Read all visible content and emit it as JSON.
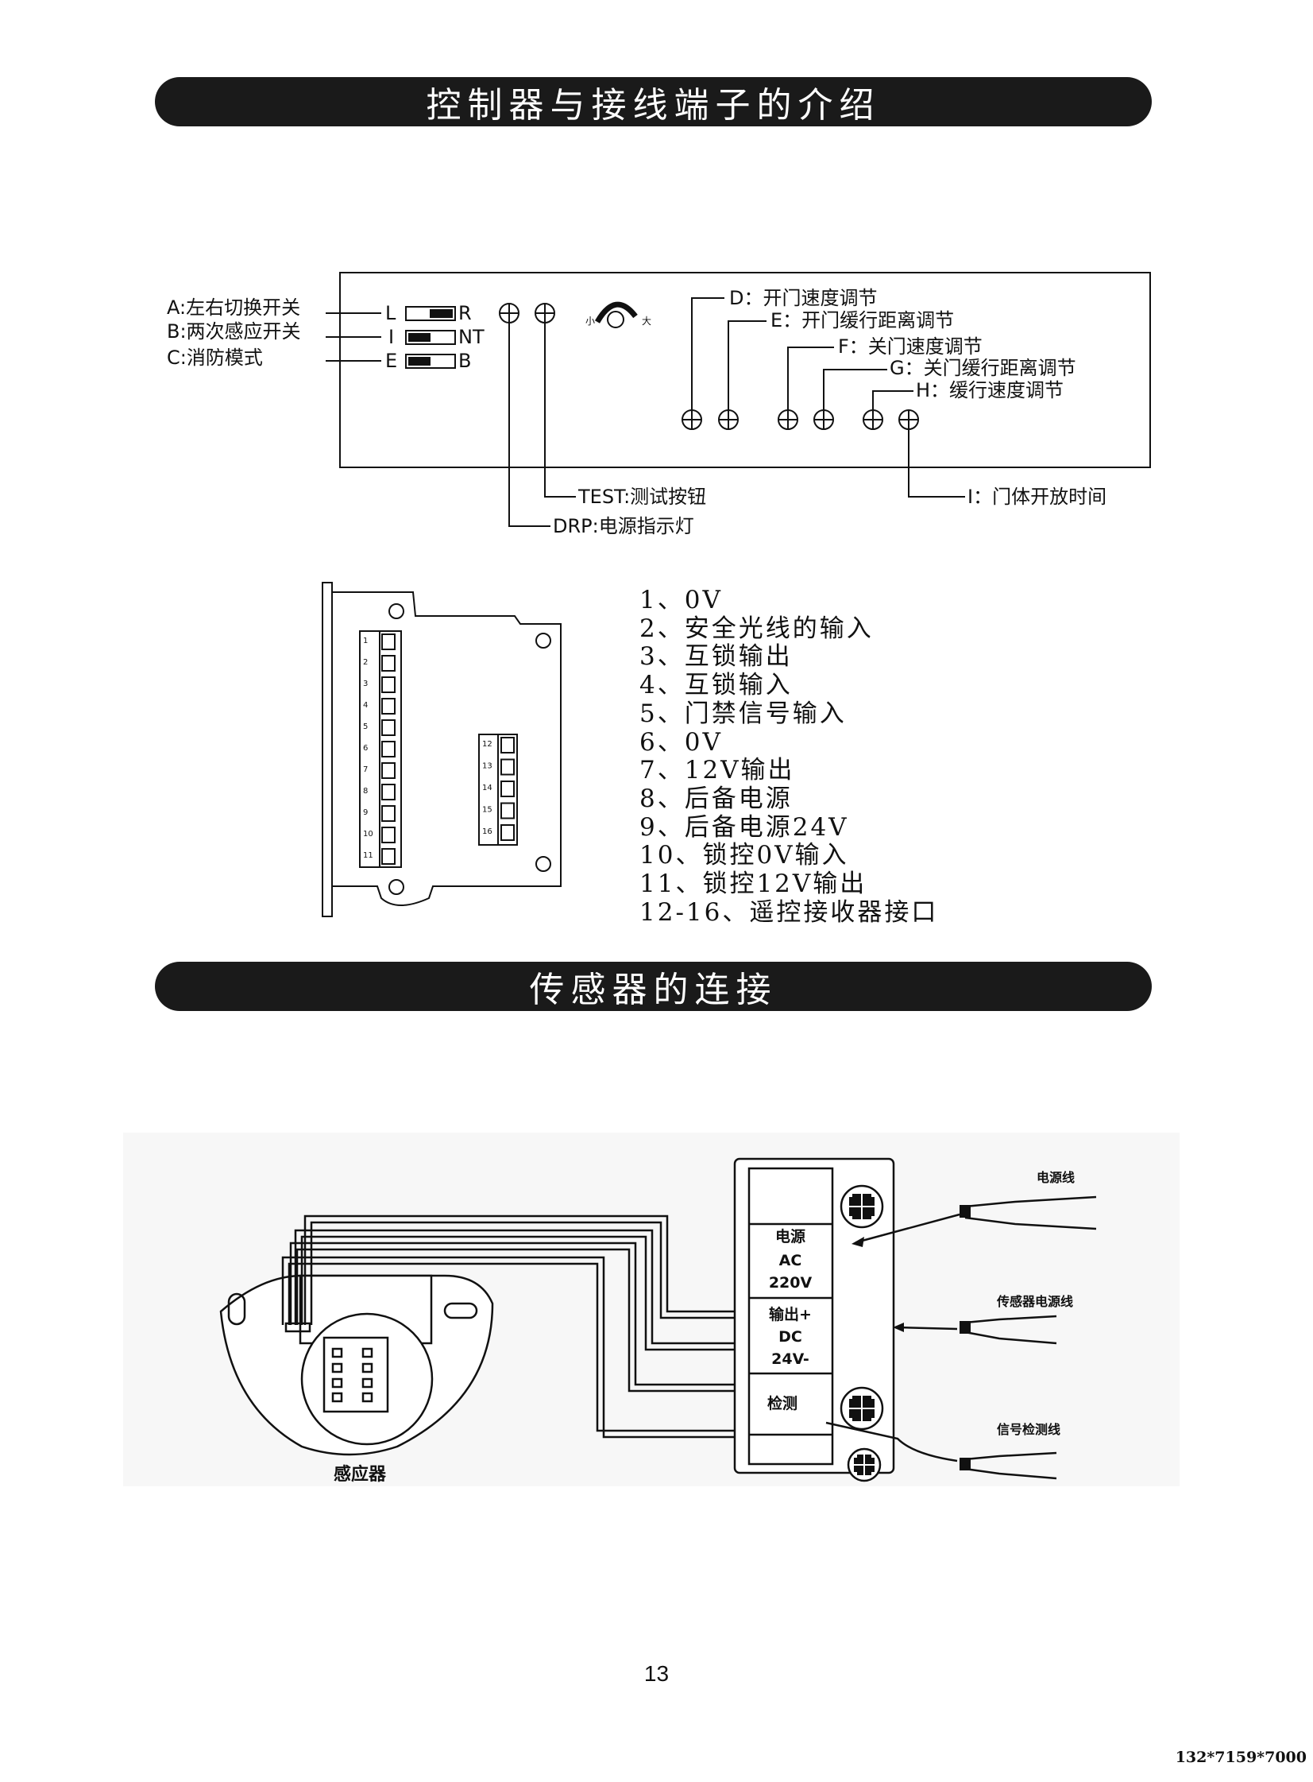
{
  "section1": {
    "title": "控制器与接线端子的介绍"
  },
  "controller": {
    "switch_labels": [
      "A:左右切换开关",
      "B:两次感应开关",
      "C:消防模式"
    ],
    "switch_letters": [
      [
        "L",
        "R"
      ],
      [
        "I",
        "NT"
      ],
      [
        "E",
        "B"
      ]
    ],
    "dial_small": "小",
    "dial_large": "大",
    "knob_labels": [
      "D：开门速度调节",
      "E：开门缓行距离调节",
      "F：关门速度调节",
      "G：关门缓行距离调节",
      "H：缓行速度调节"
    ],
    "test_label": "TEST:测试按钮",
    "drp_label": "DRP:电源指示灯",
    "open_time_label": "I：门体开放时间"
  },
  "terminal": {
    "left_numbers": [
      "1",
      "2",
      "3",
      "4",
      "5",
      "6",
      "7",
      "8",
      "9",
      "10",
      "11"
    ],
    "right_numbers": [
      "12",
      "13",
      "14",
      "15",
      "16"
    ],
    "pins": [
      "1、0V",
      "2、安全光线的输入",
      "3、互锁输出",
      "4、互锁输入",
      "5、门禁信号输入",
      "6、0V",
      "7、12V输出",
      "8、后备电源",
      "9、后备电源24V",
      "10、锁控0V输入",
      "11、锁控12V输出",
      "12-16、遥控接收器接口"
    ]
  },
  "section2": {
    "title": "传感器的连接"
  },
  "wiring": {
    "block_power": [
      "电源",
      "AC",
      "220V"
    ],
    "block_output": [
      "输出+",
      "DC",
      "24V-"
    ],
    "block_detect": "检测",
    "cable_power": "电源线",
    "cable_sensor": "传感器电源线",
    "cable_signal": "信号检测线",
    "sensor_label": "感应器"
  },
  "page_number": "13",
  "doc_code": "132*7159*7000"
}
